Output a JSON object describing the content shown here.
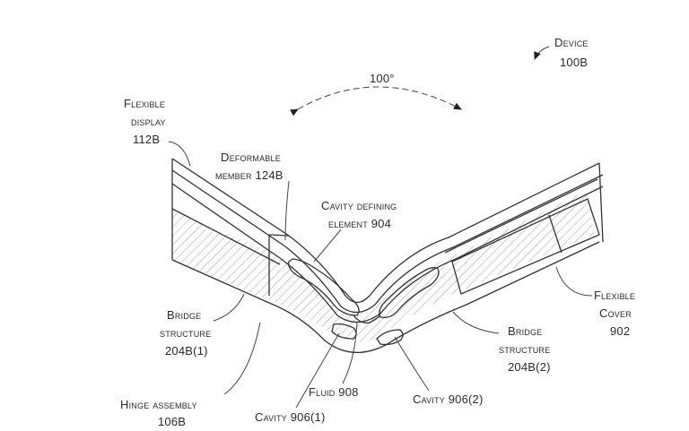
{
  "figure": {
    "title": "Device 100B",
    "labels": {
      "device_line1": "Device",
      "device_line2": "100B",
      "angle": "100°",
      "flexible_display_line1": "Flexible",
      "flexible_display_line2": "display",
      "flexible_display_line3": "112B",
      "deformable_line1": "Deformable",
      "deformable_line2": "member 124B",
      "cavity_defining_line1": "Cavity defining",
      "cavity_defining_line2": "element 904",
      "bridge_left_line1": "Bridge",
      "bridge_left_line2": "structure",
      "bridge_left_line3": "204B(1)",
      "hinge_line1": "Hinge assembly",
      "hinge_line2": "106B",
      "fluid": "Fluid 908",
      "cavity_1": "Cavity 906(1)",
      "cavity_2": "Cavity 906(2)",
      "bridge_right_line1": "Bridge",
      "bridge_right_line2": "structure",
      "bridge_right_line3": "204B(2)",
      "flexible_cover_line1": "Flexible",
      "flexible_cover_line2": "Cover",
      "flexible_cover_line3": "902"
    }
  }
}
